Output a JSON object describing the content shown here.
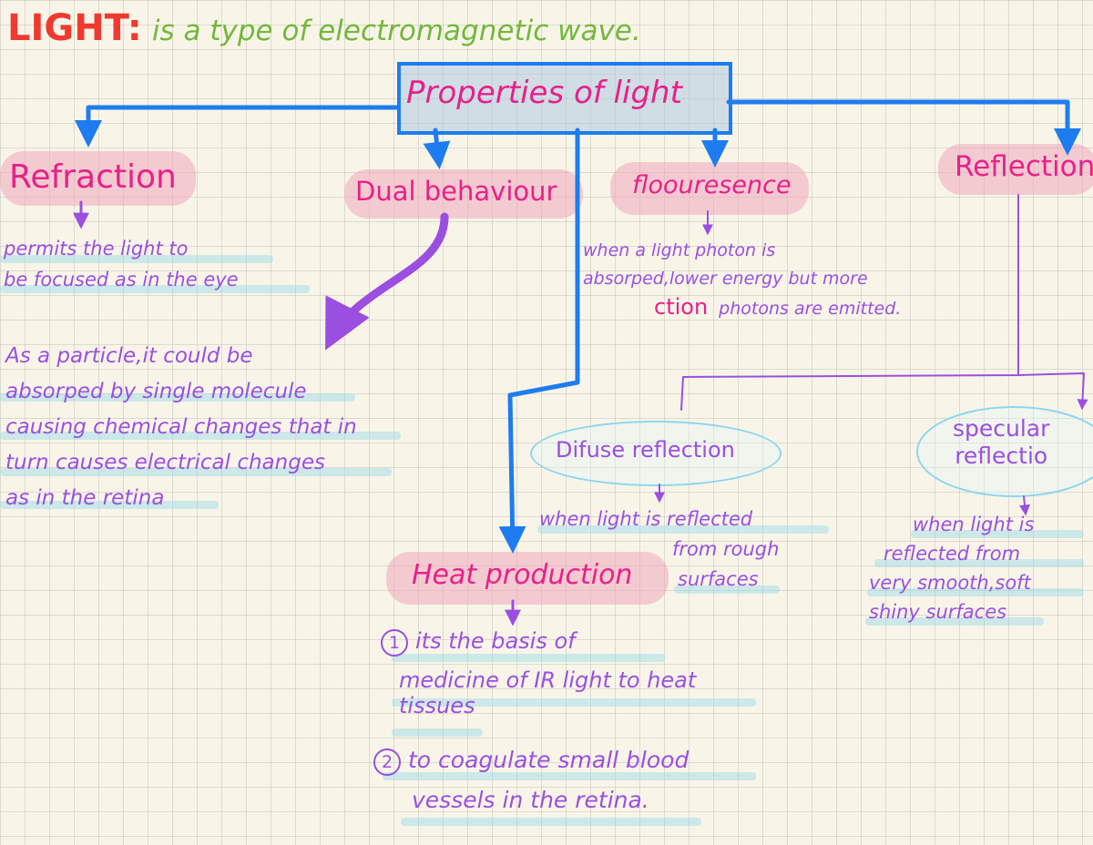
{
  "title": {
    "keyword": "LIGHT:",
    "definition": "is a type of electromagnetic wave."
  },
  "root": {
    "label": "Properties of light"
  },
  "refraction": {
    "label": "Refraction",
    "desc": [
      "permits the light to",
      "be focused as in the eye"
    ]
  },
  "dual": {
    "label": "Dual behaviour",
    "desc": [
      "As a particle,it could be",
      "absorped by single molecule",
      "causing chemical changes that in",
      "turn causes electrical changes",
      "as in the retina"
    ]
  },
  "fluorescence": {
    "label": "floouresence",
    "desc": [
      "when a light photon is",
      "absorped,lower energy but more",
      "photons are emitted."
    ],
    "fragment": "ction"
  },
  "reflection": {
    "label": "Reflection",
    "diffuse": {
      "label": "Difuse reflection",
      "desc": [
        "when light is reflected",
        "from rough",
        "surfaces"
      ]
    },
    "specular": {
      "label": [
        "specular",
        "reflectio"
      ],
      "desc": [
        "when light is",
        "reflected from",
        "very smooth,soft",
        "shiny surfaces"
      ]
    }
  },
  "heat": {
    "label": "Heat production",
    "item1": {
      "num": "1",
      "lines": [
        "its the basis of",
        "medicine of IR light to heat",
        "tissues"
      ]
    },
    "item2": {
      "num": "2",
      "lines": [
        "to coagulate small blood",
        "vessels in the retina."
      ]
    }
  },
  "colors": {
    "blue": "#1e7cf0",
    "pink": "#e8208a",
    "purple": "#9b4fe0",
    "green": "#73b83d",
    "red": "#f03a30",
    "cyan": "#8cd6ef"
  }
}
